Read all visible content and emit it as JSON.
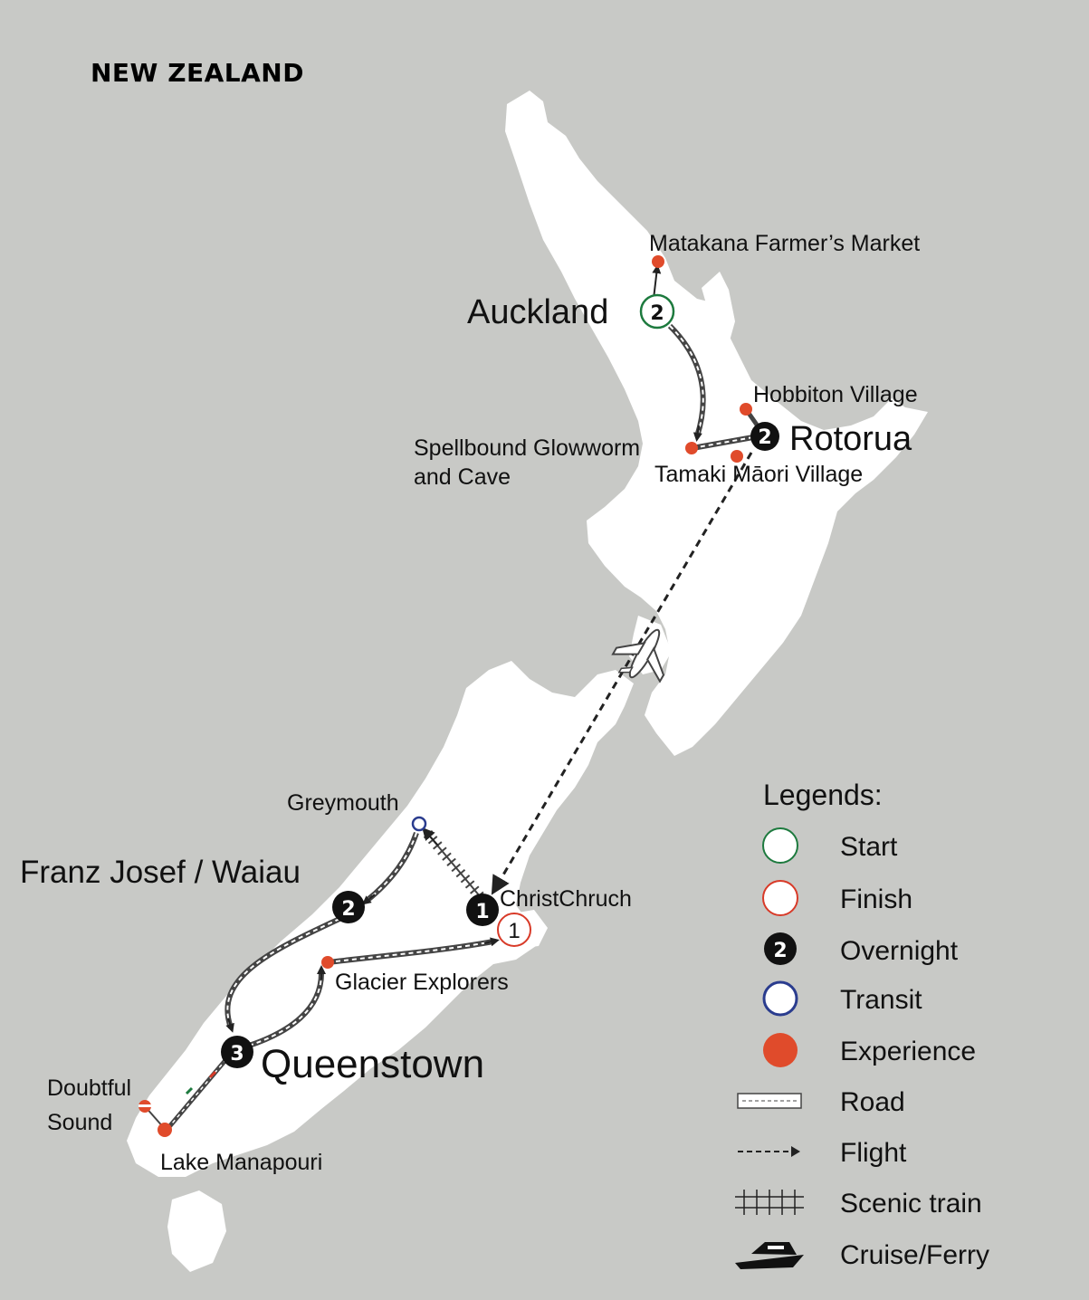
{
  "map": {
    "title": "NEW ZEALAND",
    "colors": {
      "sea": "#c8c9c6",
      "land": "#ffffff",
      "start": "#1d7a3e",
      "finish": "#d83a28",
      "overnight": "#111111",
      "transit": "#2a3c8e",
      "experience": "#e04b2b"
    },
    "stops": {
      "auckland": {
        "name": "Auckland",
        "nights": "2",
        "type": "start"
      },
      "rotorua": {
        "name": "Rotorua",
        "nights": "2",
        "type": "overnight"
      },
      "christchurch": {
        "name": "ChristChruch",
        "nights": "1",
        "type": "overnight"
      },
      "christchurch_finish": {
        "nights": "1",
        "type": "finish"
      },
      "franz_josef": {
        "name": "Franz Josef / Waiau",
        "nights": "2",
        "type": "overnight"
      },
      "queenstown": {
        "name": "Queenstown",
        "nights": "3",
        "type": "overnight"
      },
      "greymouth": {
        "name": "Greymouth",
        "type": "transit"
      }
    },
    "experiences": {
      "matakana": "Matakana Farmer’s Market",
      "hobbiton": "Hobbiton Village",
      "spellbound_line1": "Spellbound Glowworm",
      "spellbound_line2": "and Cave",
      "tamaki": "Tamaki Māori Village",
      "glacier": "Glacier Explorers",
      "doubtful_line1": "Doubtful",
      "doubtful_line2": "Sound",
      "manapouri": "Lake Manapouri"
    }
  },
  "legend": {
    "title": "Legends:",
    "sample_number": "2",
    "items": {
      "start": "Start",
      "finish": "Finish",
      "overnight": "Overnight",
      "transit": "Transit",
      "experience": "Experience",
      "road": "Road",
      "flight": "Flight",
      "train": "Scenic train",
      "cruise": "Cruise/Ferry"
    },
    "icons": [
      "start-icon",
      "finish-icon",
      "overnight-icon",
      "transit-icon",
      "experience-icon",
      "road-icon",
      "flight-icon",
      "train-icon",
      "ferry-icon",
      "airplane-icon"
    ]
  }
}
